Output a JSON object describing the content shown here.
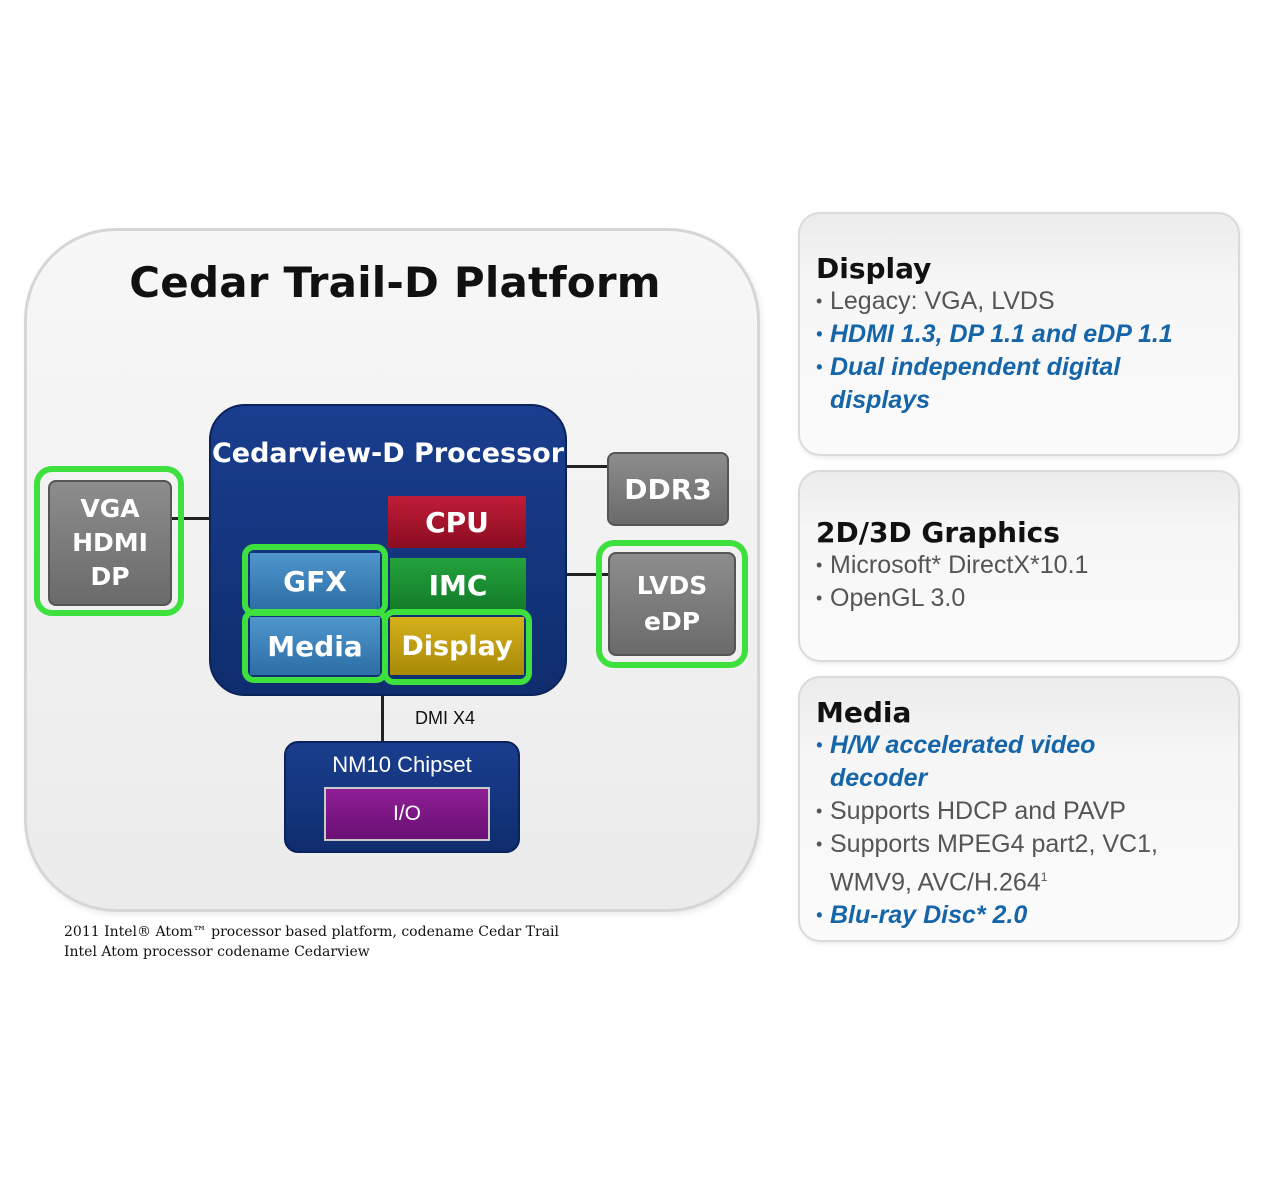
{
  "platform": {
    "title": "Cedar Trail-D Platform",
    "processor": {
      "title": "Cedarview-D Processor",
      "blocks": {
        "cpu": "CPU",
        "gfx": "GFX",
        "imc": "IMC",
        "media": "Media",
        "display": "Display"
      }
    },
    "ports": {
      "left": [
        "VGA",
        "HDMI",
        "DP"
      ],
      "memory": "DDR3",
      "right": [
        "LVDS",
        "eDP"
      ]
    },
    "link_label": "DMI X4",
    "chipset": {
      "title": "NM10 Chipset",
      "io": "I/O"
    },
    "footnote": [
      "2011 Intel® Atom™ processor based platform, codename Cedar Trail",
      "Intel Atom processor codename Cedarview"
    ]
  },
  "features": {
    "display": {
      "title": "Display",
      "items": [
        "Legacy: VGA, LVDS",
        "HDMI 1.3, DP 1.1 and eDP 1.1",
        "Dual independent digital displays"
      ]
    },
    "graphics": {
      "title": "2D/3D Graphics",
      "items": [
        "Microsoft* DirectX*10.1",
        "OpenGL 3.0"
      ]
    },
    "media": {
      "title": "Media",
      "items": [
        "H/W accelerated video decoder",
        "Supports HDCP and PAVP",
        "Supports MPEG4 part2, VC1, WMV9, AVC/H.264",
        "Blu-ray Disc* 2.0"
      ],
      "footnote_marker": "1"
    }
  },
  "colors": {
    "highlight": "#3ee03e",
    "processor_blue": "#1a3e8e",
    "emphasis_text": "#1565a8"
  }
}
